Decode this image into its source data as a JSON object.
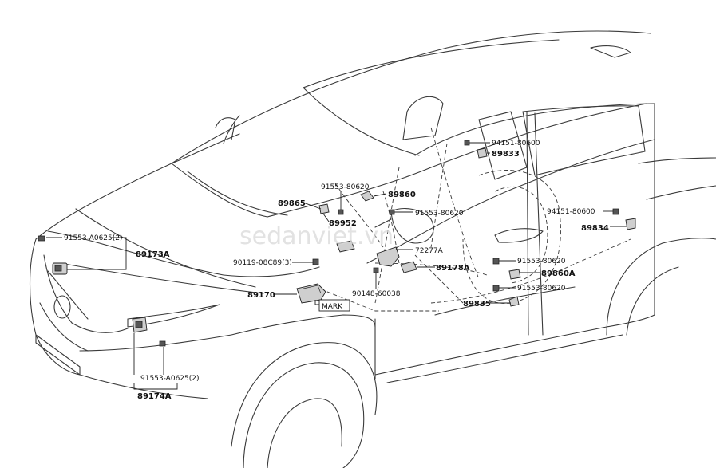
{
  "diagram": {
    "labels": {
      "p91553_80620_top": "91553-80620",
      "p89860": "89860",
      "p89865": "89865",
      "p89952": "89952",
      "p91553_80620_mid": "91553-80620",
      "p72277A": "72277A",
      "p89178A": "89178A",
      "p90119_08c89": "90119-08C89(3)",
      "p90148_60038": "90148-60038",
      "p89170": "89170",
      "mark": "MARK",
      "p94151_80600_top": "94151-80600",
      "p89833": "89833",
      "p94151_80600_right": "94151-80600",
      "p89834": "89834",
      "p91553_80620_a": "91553-80620",
      "p89860A": "89860A",
      "p91553_80620_b": "91553-80620",
      "p89835": "89835",
      "p91553_A0625_top": "91553-A0625(2)",
      "p89173A": "89173A",
      "p91553_A0625_bottom": "91553-A0625(2)",
      "p89174A": "89174A"
    },
    "watermark": "sedanviet.vn"
  }
}
